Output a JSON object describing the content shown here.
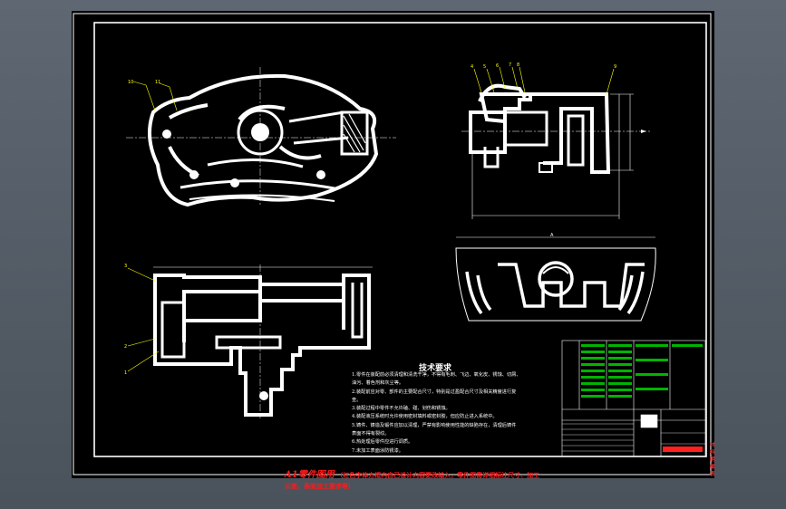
{
  "technical_requirements": {
    "title": "技术要求",
    "items": [
      "1.零件在装配前必须清理和清洗干净，不得有毛刺、飞边、氧化皮、锈蚀、切屑、",
      "油污、着色剂和灰尘等。",
      "2.装配前应对零、部件的主要配合尺寸，特别是过盈配合尺寸及相关精度进行复",
      "查。",
      "3.装配过程中零件不允许磕、碰、划伤和锈蚀。",
      "4.装配液压系统时允许使用密封填料或密封胶，但应防止进入系统中。",
      "5.铸件、铸造及锻件应加以清理，严禁有影响使用性能的缺陷存在，清理后铸件",
      "表面不得有裂纹。",
      "6.热处理后零件应进行调质。",
      "7.未加工表面涂防锈漆。"
    ]
  },
  "caption": {
    "headline": "A1零件图用",
    "note_line1": "（红色字体方框内自己设计内容更改输入，零件图需详细标注尺寸、加工",
    "note_line2": "公差、表面加工要求等）"
  },
  "title_block": {
    "red_note": "材料明细表"
  },
  "colors": {
    "background": "#000000",
    "lines": "#ffffff",
    "leaders": "#ffff00",
    "accent_red": "#ff2020",
    "table_green": "#00c000"
  }
}
